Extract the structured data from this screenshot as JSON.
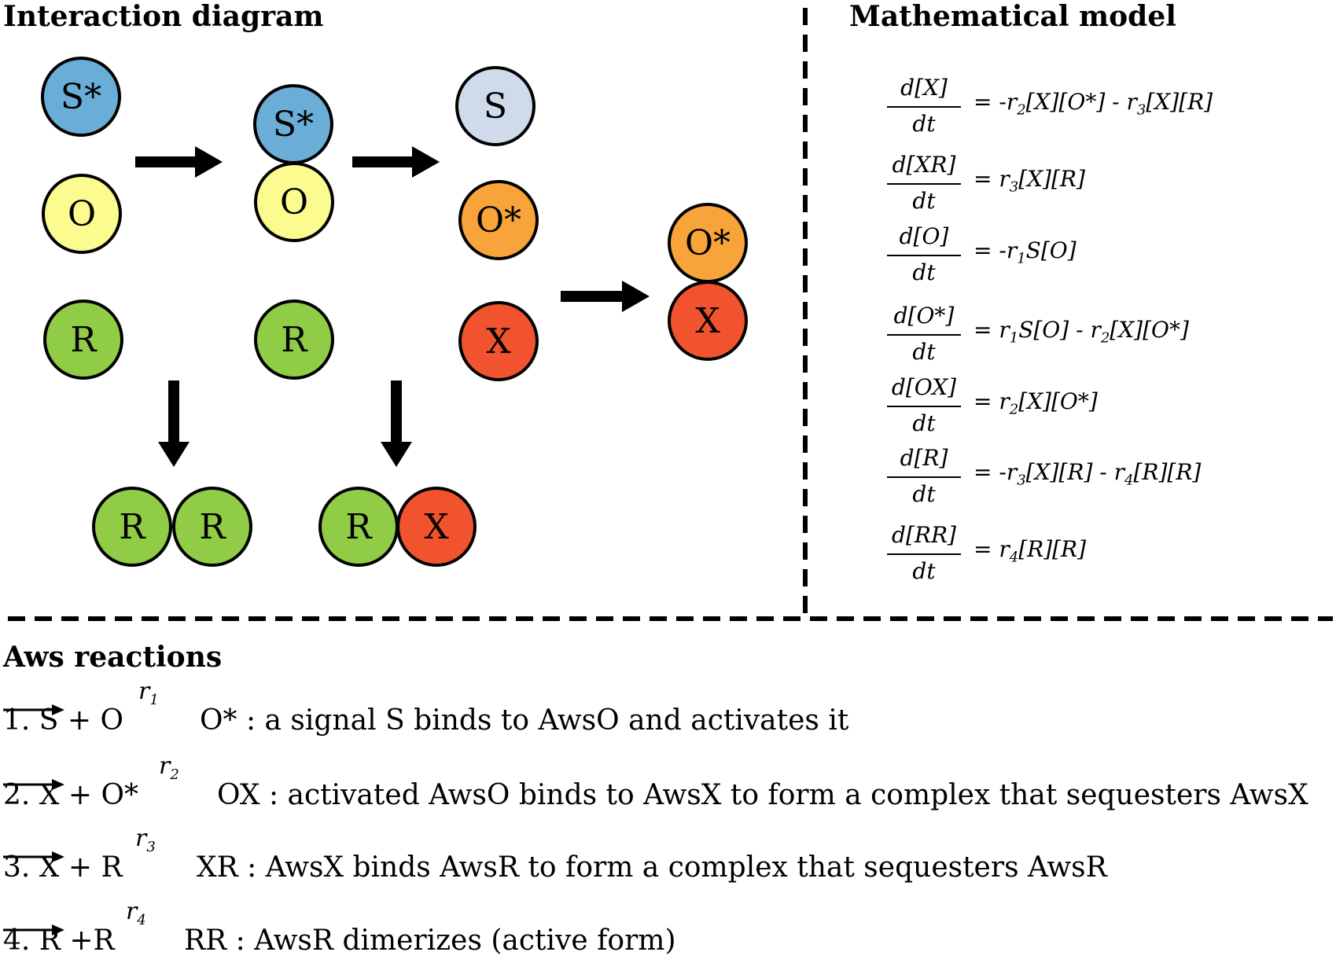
{
  "sections": {
    "interaction_title": "Interaction diagram",
    "model_title": "Mathematical model",
    "reactions_title": "Aws reactions"
  },
  "colors": {
    "S_active": "#6aadd6",
    "S_inactive": "#cfdbeb",
    "O": "#fbfb8f",
    "O_active": "#f9a43a",
    "R": "#90cc46",
    "X": "#f0532d"
  },
  "nodes": {
    "s_star_1": "S*",
    "o_1": "O",
    "r_1": "R",
    "s_star_2": "S*",
    "o_2": "O",
    "r_2": "R",
    "s_3": "S",
    "o_star_3": "O*",
    "x_3": "X",
    "o_star_4": "O*",
    "x_4": "X",
    "rr_left": "R",
    "rr_right": "R",
    "rx_r": "R",
    "rx_x": "X"
  },
  "equations": [
    {
      "num": "d[X]",
      "den": "dt",
      "rhs_html": "= -r<sub>2</sub>[X][O*] - r<sub>3</sub>[X][R]"
    },
    {
      "num": "d[XR]",
      "den": "dt",
      "rhs_html": "= r<sub>3</sub>[X][R]"
    },
    {
      "num": "d[O]",
      "den": "dt",
      "rhs_html": "= -r<sub>1</sub>S[O]"
    },
    {
      "num": "d[O*]",
      "den": "dt",
      "rhs_html": "= r<sub>1</sub>S[O] - r<sub>2</sub>[X][O*]"
    },
    {
      "num": "d[OX]",
      "den": "dt",
      "rhs_html": "= r<sub>2</sub>[X][O*]"
    },
    {
      "num": "d[R]",
      "den": "dt",
      "rhs_html": "= -r<sub>3</sub>[X][R] - r<sub>4</sub>[R][R]"
    },
    {
      "num": "d[RR]",
      "den": "dt",
      "rhs_html": "= r<sub>4</sub>[R][R]"
    }
  ],
  "reactions": [
    {
      "lhs": "1. S + O",
      "rate_symbol": "r",
      "rate_index": "1",
      "rest": "O* : a signal S binds to AwsO and activates it"
    },
    {
      "lhs": "2. X + O*",
      "rate_symbol": "r",
      "rate_index": "2",
      "rest": "OX : activated AwsO binds to AwsX to form a complex that sequesters AwsX"
    },
    {
      "lhs": "3. X + R",
      "rate_symbol": "r",
      "rate_index": "3",
      "rest": "XR : AwsX binds AwsR to form a complex that sequesters AwsR"
    },
    {
      "lhs": "4. R +R",
      "rate_symbol": "r",
      "rate_index": "4",
      "rest": "RR : AwsR dimerizes (active form)"
    }
  ]
}
